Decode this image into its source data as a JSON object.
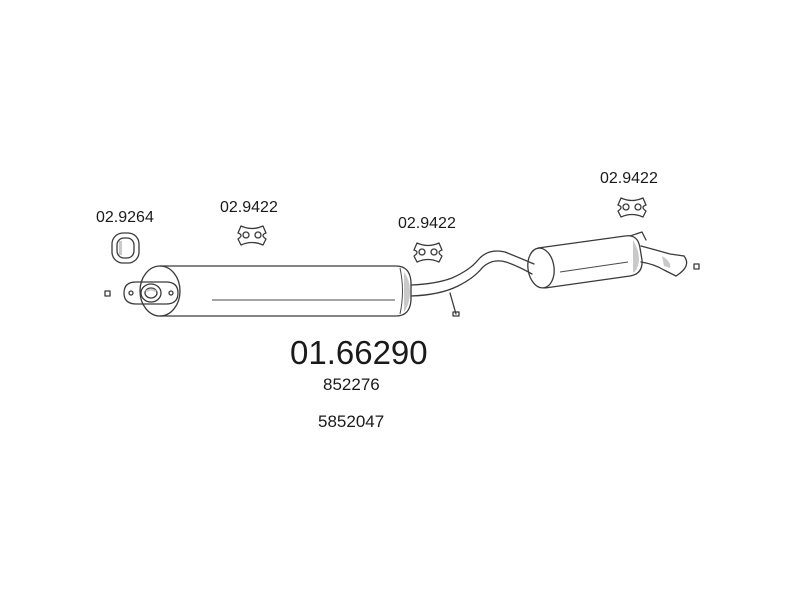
{
  "labels": {
    "gasket": "02.9264",
    "hanger_1": "02.9422",
    "hanger_2": "02.9422",
    "hanger_3": "02.9422"
  },
  "main_part": "01.66290",
  "oe_refs": [
    "852276",
    "5852047"
  ]
}
